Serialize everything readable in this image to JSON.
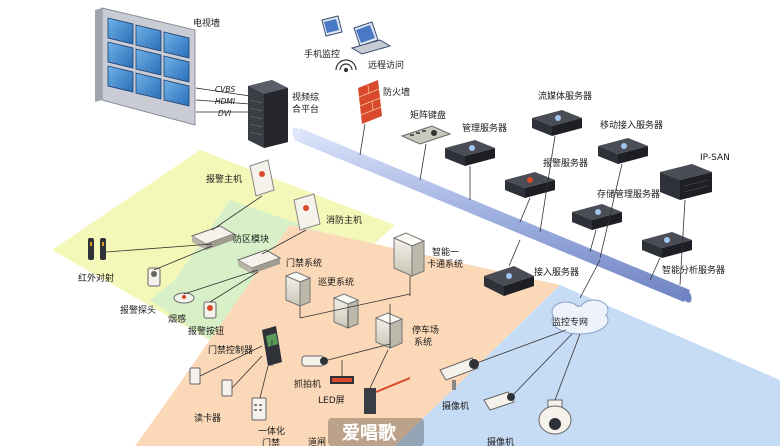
{
  "labels": {
    "tv_wall": "电视墙",
    "cvbs": "CVBS",
    "hdmi": "HDMI",
    "dvi": "DVI",
    "video_platform_line1": "视频综",
    "video_platform_line2": "合平台",
    "mobile_monitor": "手机监控",
    "remote_access": "远程访问",
    "firewall": "防火墙",
    "matrix_keyboard": "矩阵键盘",
    "management_server": "管理服务器",
    "streaming_server": "流媒体服务器",
    "mobile_access_server": "移动接入服务器",
    "alarm_server": "报警服务器",
    "storage_server": "存储管理服务器",
    "ip_san": "IP-SAN",
    "access_server": "接入服务器",
    "smart_analysis_server": "智能分析服务器",
    "alarm_host": "报警主机",
    "zone_module": "防区模块",
    "fire_host": "消防主机",
    "infrared": "红外对射",
    "alarm_probe": "报警探头",
    "smoke": "烟感",
    "alarm_button": "报警按钮",
    "door_system": "门禁系统",
    "patrol_system": "巡更系统",
    "smart_card_line1": "智能一",
    "smart_card_line2": "卡通系统",
    "parking_line1": "停车场",
    "parking_line2": "系统",
    "door_controller": "门禁控制器",
    "snapshot": "抓拍机",
    "led_screen": "LED屏",
    "card_reader": "读卡器",
    "integrated_line1": "一体化",
    "integrated_line2": "门禁",
    "gate": "道闸",
    "monitor_network": "监控专网",
    "camera": "摄像机",
    "camera2": "摄像机",
    "watermark": "爱唱歌"
  },
  "colors": {
    "zone_yellow": "#f3f7b8",
    "zone_green": "#d8f0c8",
    "zone_orange": "#fbd8b8",
    "zone_blue": "#c6dcf5",
    "backbone": "#aab8e8",
    "device_dark": "#2e3138",
    "server_light": "#e9e6dc"
  }
}
